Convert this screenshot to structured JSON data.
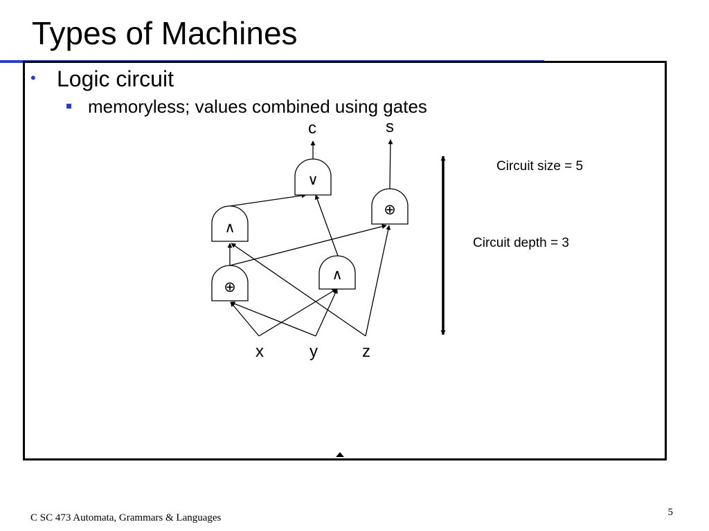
{
  "slide": {
    "title": "Types of Machines",
    "bullets": [
      "Logic circuit",
      "memoryless; values combined using gates"
    ]
  },
  "circuit": {
    "inputs": [
      "x",
      "y",
      "z"
    ],
    "outputs": [
      "c",
      "s"
    ],
    "gates": [
      {
        "id": "or-top",
        "symbol": "∨",
        "kind": "OR"
      },
      {
        "id": "xor-right",
        "symbol": "⊕",
        "kind": "XOR"
      },
      {
        "id": "and-upper",
        "symbol": "∧",
        "kind": "AND"
      },
      {
        "id": "xor-lower",
        "symbol": "⊕",
        "kind": "XOR"
      },
      {
        "id": "and-lower",
        "symbol": "∧",
        "kind": "AND"
      }
    ],
    "size_label": "Circuit size = 5",
    "depth_label": "Circuit depth = 3"
  },
  "footer": {
    "course": "C SC 473 Automata, Grammars & Languages",
    "page_number": "5"
  },
  "colors": {
    "accent": "#2c3ec9",
    "line": "#000000"
  }
}
